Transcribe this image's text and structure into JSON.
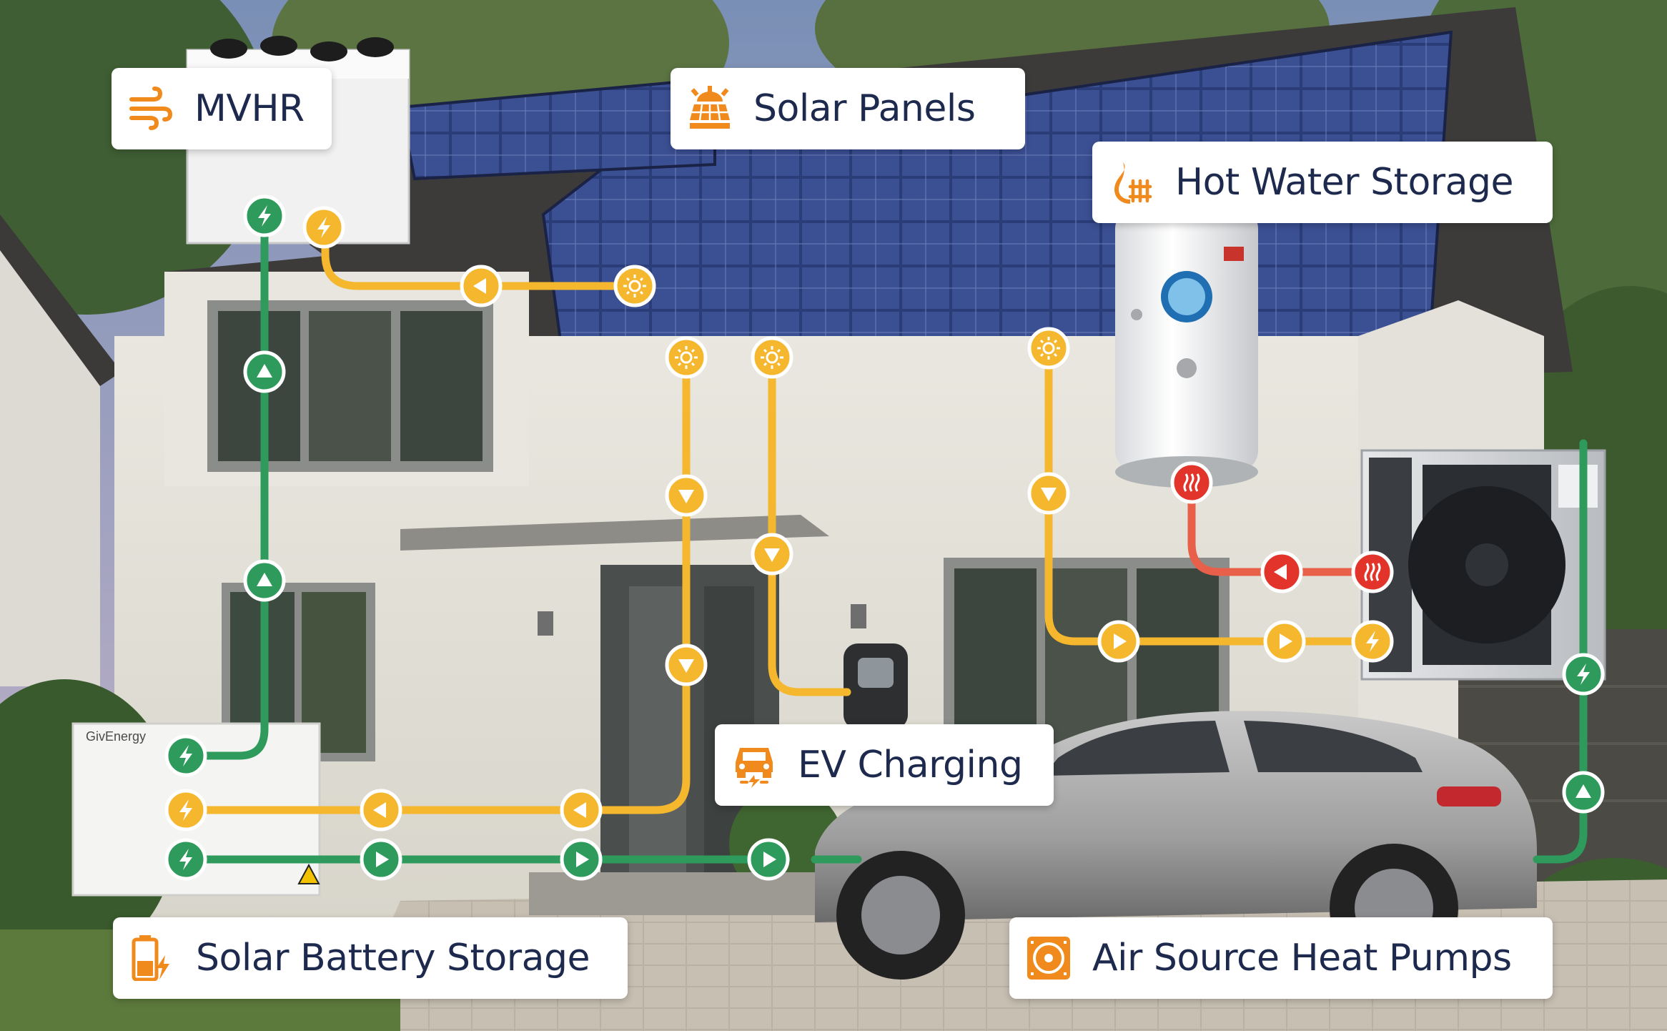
{
  "labels": {
    "mvhr": "MVHR",
    "solar_panels": "Solar Panels",
    "hot_water": "Hot Water Storage",
    "ev_charging": "EV Charging",
    "battery": "Solar Battery Storage",
    "heat_pump": "Air Source Heat Pumps"
  },
  "battery_brand": "GivEnergy",
  "icons": {
    "mvhr": "wind-icon",
    "solar_panels": "solar-panel-icon",
    "hot_water": "flame-radiator-icon",
    "ev_charging": "car-charging-icon",
    "battery": "battery-bolt-icon",
    "heat_pump": "heat-pump-icon"
  },
  "colors": {
    "solar_flow": "#f5b72e",
    "battery_flow": "#2e9b5c",
    "heat_flow": "#e8604a",
    "icon_orange": "#f08a1c",
    "label_text": "#1d2a4d"
  }
}
